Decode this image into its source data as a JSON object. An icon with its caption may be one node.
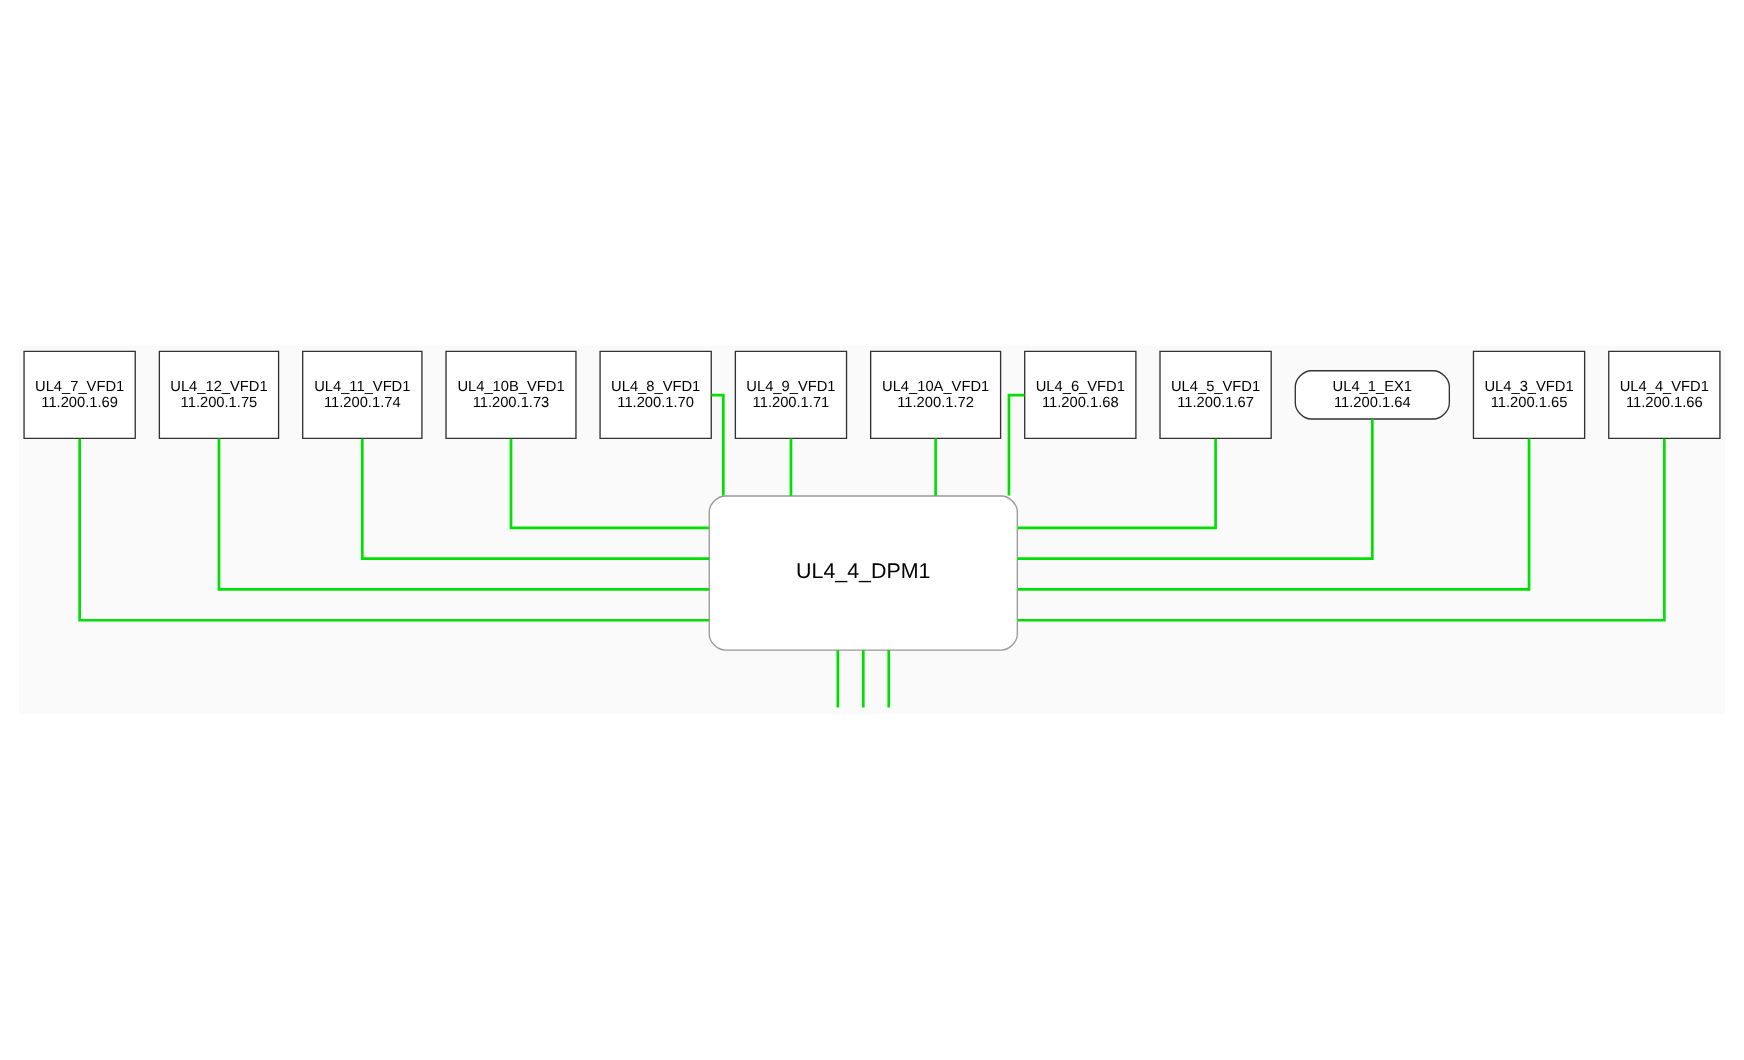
{
  "diagram": {
    "nodes": [
      {
        "text": [
          "UL4_7_VFD1",
          "11.200.1.69"
        ]
      },
      {
        "text": [
          "UL4_12_VFD1",
          "11.200.1.75"
        ]
      },
      {
        "text": [
          "UL4_11_VFD1",
          "11.200.1.74"
        ]
      },
      {
        "text": [
          "UL4_10B_VFD1",
          "11.200.1.73"
        ]
      },
      {
        "text": [
          "UL4_8_VFD1",
          "11.200.1.70"
        ]
      },
      {
        "text": [
          "UL4_9_VFD1",
          "11.200.1.71"
        ]
      },
      {
        "text": [
          "UL4_10A_VFD1",
          "11.200.1.72"
        ]
      },
      {
        "text": [
          "UL4_6_VFD1",
          "11.200.1.68"
        ]
      },
      {
        "text": [
          "UL4_5_VFD1",
          "11.200.1.67"
        ]
      },
      {
        "text": [
          "UL4_1_EX1",
          "11.200.1.64"
        ]
      },
      {
        "text": [
          "UL4_4_DPM1"
        ]
      },
      {
        "text": [
          "UL4_3_VFD1",
          "11.200.1.65"
        ]
      },
      {
        "text": [
          "UL4_4_VFD1",
          "11.200.1.66"
        ]
      }
    ],
    "edges": [
      {
        "from": 0,
        "to": 10,
        "arrow": "none"
      },
      {
        "from": 7,
        "to": 10,
        "arrow": "none"
      },
      {
        "from": 8,
        "to": 10,
        "arrow": "none"
      },
      {
        "from": 9,
        "to": 10,
        "arrow": "none"
      },
      {
        "from": 11,
        "to": 10,
        "arrow": "none"
      },
      {
        "from": 12,
        "to": 10,
        "arrow": "none"
      },
      {
        "from": 1,
        "to": 10,
        "arrow": "none"
      },
      {
        "from": 2,
        "to": 10,
        "arrow": "none"
      },
      {
        "from": 3,
        "to": 10,
        "arrow": "none"
      },
      {
        "from": 4,
        "to": 10,
        "arrow": "none"
      },
      {
        "from": 5,
        "to": 10,
        "arrow": "none"
      },
      {
        "from": 6,
        "to": 10,
        "arrow": "none"
      },
      {
        "from": 10,
        "to": null,
        "arrow": "none"
      },
      {
        "from": 10,
        "to": null,
        "arrow": "none"
      },
      {
        "from": 10,
        "to": null,
        "arrow": "none"
      }
    ]
  }
}
